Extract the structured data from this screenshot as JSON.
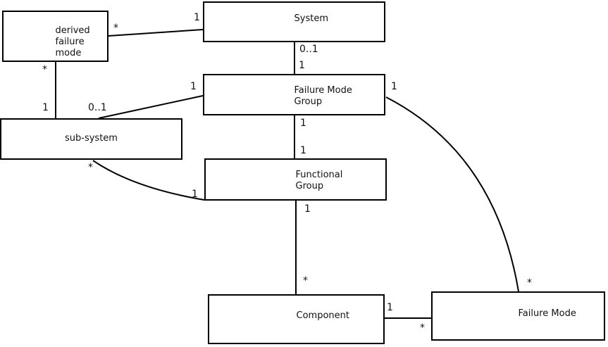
{
  "diagram": {
    "type": "uml-class-association-diagram",
    "colors": {
      "background": "#ffffff",
      "line": "#000000",
      "text": "#111111"
    },
    "boxes": [
      {
        "id": "derived-failure-mode",
        "label": "derived\nfailure\nmode"
      },
      {
        "id": "system",
        "label": "System"
      },
      {
        "id": "failure-mode-group",
        "label": "Failure Mode\nGroup"
      },
      {
        "id": "sub-system",
        "label": "sub-system"
      },
      {
        "id": "functional-group",
        "label": "Functional\nGroup"
      },
      {
        "id": "component",
        "label": "Component"
      },
      {
        "id": "failure-mode",
        "label": "Failure Mode"
      }
    ],
    "relationships": [
      {
        "from": "derived failure mode",
        "to": "System",
        "from_label": "*",
        "to_label": "1"
      },
      {
        "from": "derived failure mode",
        "to": "sub-system",
        "from_label": "*",
        "to_label": "1"
      },
      {
        "from": "sub-system",
        "to": "Failure Mode Group",
        "from_label": "0..1",
        "to_label": "1"
      },
      {
        "from": "System",
        "to": "Failure Mode Group",
        "from_label": "0..1",
        "to_label": "1"
      },
      {
        "from": "Failure Mode Group",
        "to": "Functional Group",
        "from_label": "1",
        "to_label": "1"
      },
      {
        "from": "Functional Group",
        "to": "Component",
        "from_label": "1",
        "to_label": "*"
      },
      {
        "from": "sub-system",
        "to": "Functional Group",
        "from_label": "*",
        "to_label": "1"
      },
      {
        "from": "Failure Mode Group",
        "to": "Failure Mode",
        "from_label": "1",
        "to_label": "*"
      },
      {
        "from": "Component",
        "to": "Failure Mode",
        "from_label": "1",
        "to_label": "*"
      }
    ]
  }
}
